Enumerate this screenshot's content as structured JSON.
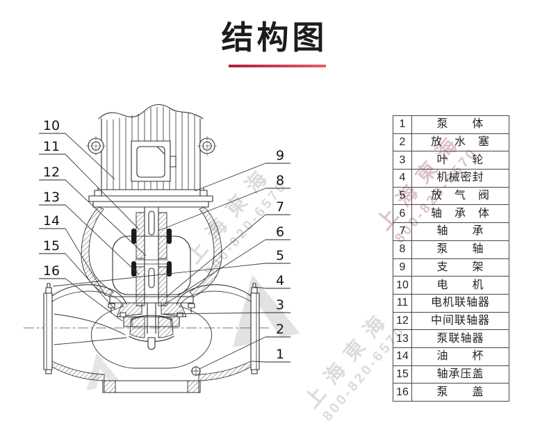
{
  "page": {
    "title": "结构图",
    "accent_color": "#c22a42"
  },
  "watermark": {
    "company": "上海東海",
    "phone": "800-820-6570"
  },
  "callouts": {
    "left": [
      "10",
      "11",
      "12",
      "13",
      "14",
      "15",
      "16"
    ],
    "right": [
      "9",
      "8",
      "7",
      "6",
      "5",
      "4",
      "3",
      "2",
      "1"
    ]
  },
  "table": {
    "rows": [
      {
        "no": "1",
        "name": "泵　　体"
      },
      {
        "no": "2",
        "name": "放　水　塞"
      },
      {
        "no": "3",
        "name": "叶　　轮"
      },
      {
        "no": "4",
        "name": "机械密封"
      },
      {
        "no": "5",
        "name": "放　气　阀"
      },
      {
        "no": "6",
        "name": "轴　承　体"
      },
      {
        "no": "7",
        "name": "轴　　承"
      },
      {
        "no": "8",
        "name": "泵　　轴"
      },
      {
        "no": "9",
        "name": "支　　架"
      },
      {
        "no": "10",
        "name": "电　　机"
      },
      {
        "no": "11",
        "name": "电机联轴器"
      },
      {
        "no": "12",
        "name": "中间联轴器"
      },
      {
        "no": "13",
        "name": "泵联轴器"
      },
      {
        "no": "14",
        "name": "油　　杯"
      },
      {
        "no": "15",
        "name": "轴承压盖"
      },
      {
        "no": "16",
        "name": "泵　　盖"
      }
    ]
  }
}
